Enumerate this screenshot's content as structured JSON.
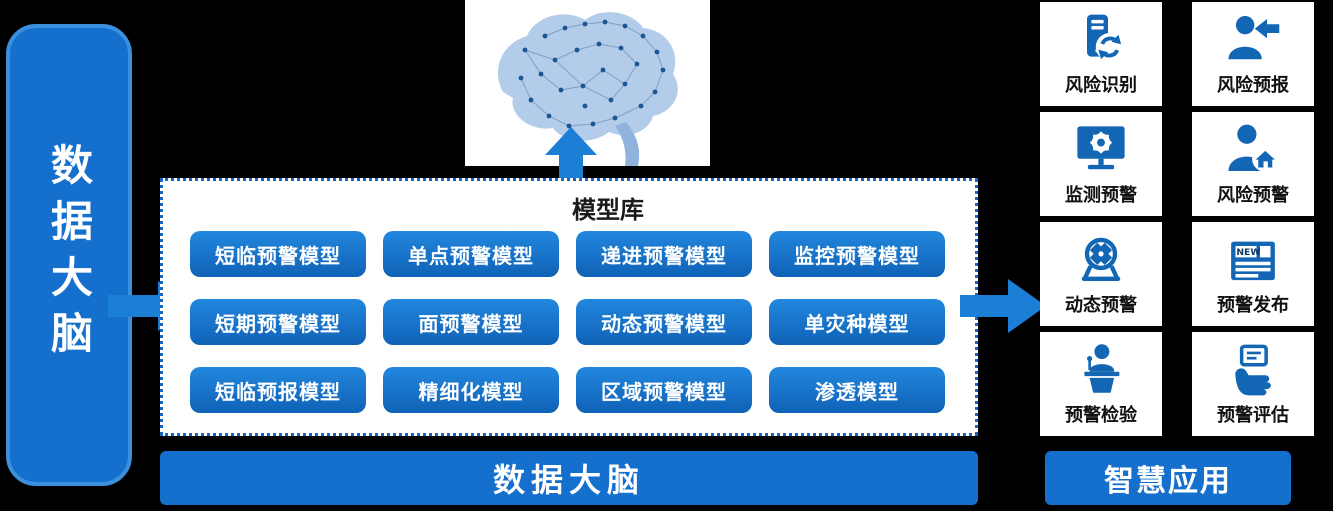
{
  "colors": {
    "primary_blue": "#1470cc",
    "button_blue_top": "#2287de",
    "button_blue_bottom": "#0f62b6",
    "icon_blue": "#1266b4",
    "dotted_border": "#1565c0",
    "background": "#000000",
    "panel_white": "#ffffff"
  },
  "left_panel": {
    "title": "数据大脑"
  },
  "model_library": {
    "title": "模型库",
    "models": [
      "短临预警模型",
      "单点预警模型",
      "递进预警模型",
      "监控预警模型",
      "短期预警模型",
      "面预警模型",
      "动态预警模型",
      "单灾种模型",
      "短临预报模型",
      "精细化模型",
      "区域预警模型",
      "渗透模型"
    ]
  },
  "banners": {
    "data_brain": "数据大脑",
    "smart_app": "智慧应用"
  },
  "applications": {
    "items": [
      {
        "label": "风险识别",
        "icon": "risk-identification-icon"
      },
      {
        "label": "风险预报",
        "icon": "risk-forecast-icon"
      },
      {
        "label": "监测预警",
        "icon": "monitoring-warning-icon"
      },
      {
        "label": "风险预警",
        "icon": "risk-warning-icon"
      },
      {
        "label": "动态预警",
        "icon": "dynamic-warning-icon"
      },
      {
        "label": "预警发布",
        "icon": "warning-release-icon",
        "badge": "NEW"
      },
      {
        "label": "预警检验",
        "icon": "warning-check-icon"
      },
      {
        "label": "预警评估",
        "icon": "warning-evaluation-icon"
      }
    ]
  }
}
